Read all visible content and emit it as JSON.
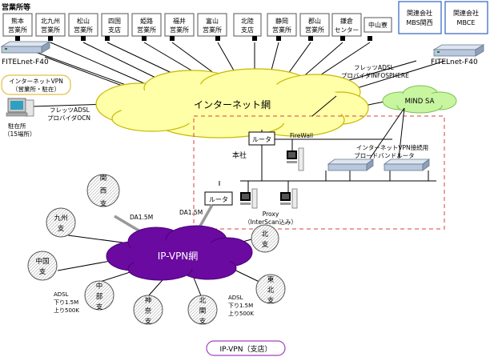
{
  "header": {
    "title": "営業所等"
  },
  "offices": [
    {
      "line1": "熊本",
      "line2": "営業所"
    },
    {
      "line1": "北九州",
      "line2": "営業所"
    },
    {
      "line1": "松山",
      "line2": "営業所"
    },
    {
      "line1": "四国",
      "line2": "支店"
    },
    {
      "line1": "姫路",
      "line2": "営業所"
    },
    {
      "line1": "福井",
      "line2": "営業所"
    },
    {
      "line1": "富山",
      "line2": "営業所"
    },
    {
      "line1": "北陸",
      "line2": "支店"
    },
    {
      "line1": "静岡",
      "line2": "営業所"
    },
    {
      "line1": "郡山",
      "line2": "営業所"
    },
    {
      "line1": "鎌倉",
      "line2": "センター"
    },
    {
      "line1": "中山寮",
      "line2": ""
    }
  ],
  "affiliates": [
    {
      "line1": "関連会社",
      "line2": "MBS関西"
    },
    {
      "line1": "関連会社",
      "line2": "MBCE"
    }
  ],
  "devices": {
    "fitel_left": "FITELnet-F40",
    "fitel_right": "FITELnet-F40"
  },
  "labels": {
    "internet_vpn_line1": "インターネットVPN",
    "internet_vpn_line2": "（営業所・駐在）",
    "flets_ocn_line1": "フレッツADSL",
    "flets_ocn_line2": "プロバイダOCN",
    "flets_info_line1": "フレッツADSL",
    "flets_info_line2": "プロバイダINFOSPHERE",
    "resident_line1": "駐在所",
    "resident_line2": "（15場所）",
    "internet": "インターネット網",
    "mind": "MIND SA",
    "router_top": "ルータ",
    "firewall": "FireWall",
    "honsha": "本社",
    "vpn_router_line1": "インターネットVPN接続用",
    "vpn_router_line2": "ブロードバンドルータ",
    "router_mid": "ルータ",
    "proxy_line1": "Proxy",
    "proxy_line2": "（InterScan込み）",
    "da_left": "DA1.5M",
    "da_right": "DA1.5M",
    "ipvpn": "IP-VPN網",
    "adsl_left_line1": "ADSL",
    "adsl_left_line2": "下り1.5M",
    "adsl_left_line3": "上り500K",
    "adsl_right_line1": "ADSL",
    "adsl_right_line2": "下り1.5M",
    "adsl_right_line3": "上り500K",
    "footer": "IP-VPN（支店）"
  },
  "branches": [
    {
      "line1": "関",
      "line2": "西",
      "line3": "支"
    },
    {
      "line1": "九州",
      "line2": "支",
      "line3": ""
    },
    {
      "line1": "中国",
      "line2": "支",
      "line3": ""
    },
    {
      "line1": "中",
      "line2": "部",
      "line3": "支"
    },
    {
      "line1": "神",
      "line2": "奈",
      "line3": "支"
    },
    {
      "line1": "北",
      "line2": "関",
      "line3": "支"
    },
    {
      "line1": "北",
      "line2": "支",
      "line3": ""
    },
    {
      "line1": "東",
      "line2": "北",
      "line3": "支"
    }
  ],
  "colors": {
    "internet_cloud": "#ffffa8",
    "ipvpn_cloud": "#6a0aa0",
    "mind_cloud": "#c8f5a0",
    "vpn_label_border": "#e0c040",
    "honsha_border": "#d84040",
    "affiliate_border": "#3060c0",
    "footer_border": "#a040c0"
  }
}
